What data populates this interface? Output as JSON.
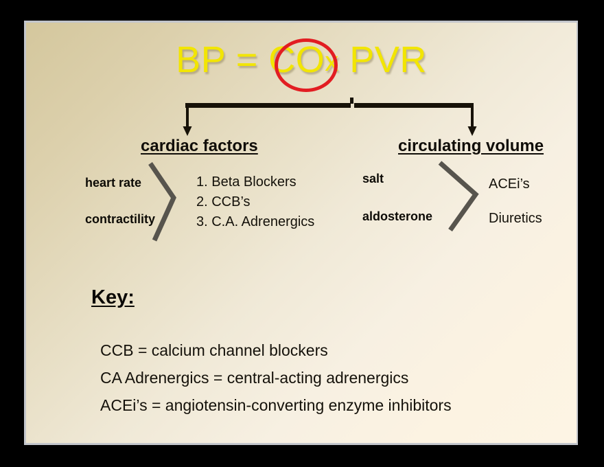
{
  "slide": {
    "background_top_left": "#d4c79d",
    "background_bottom_right": "#fdf4e4",
    "border_color": "#c3c6cc",
    "canvas_color": "#000000"
  },
  "title": {
    "accent_color": "#f2e500",
    "highlight_circle_color": "#e21d22",
    "prefix": "BP = ",
    "circled_term": "CO",
    "operator": "x",
    "suffix": " PVR",
    "full_text": "BP = CO x PVR"
  },
  "connector": {
    "color": "#171208",
    "left_arrow_target": "cardiac factors",
    "right_arrow_target": "circulating volume"
  },
  "branches": {
    "cardiac": {
      "heading": "cardiac factors",
      "drivers": [
        "heart rate",
        "contractility"
      ],
      "bracket_color": "#57544d",
      "drugs": [
        "1. Beta Blockers",
        "2. CCB’s",
        "3. C.A. Adrenergics"
      ]
    },
    "circulating": {
      "heading": "circulating volume",
      "drivers": [
        "salt",
        "aldosterone"
      ],
      "bracket_color": "#57544d",
      "drugs": [
        "ACEi’s",
        "Diuretics"
      ]
    }
  },
  "key": {
    "heading": "Key:",
    "entries": [
      "CCB = calcium channel blockers",
      "CA Adrenergics = central-acting adrenergics",
      "ACEi’s = angiotensin-converting enzyme inhibitors"
    ]
  }
}
